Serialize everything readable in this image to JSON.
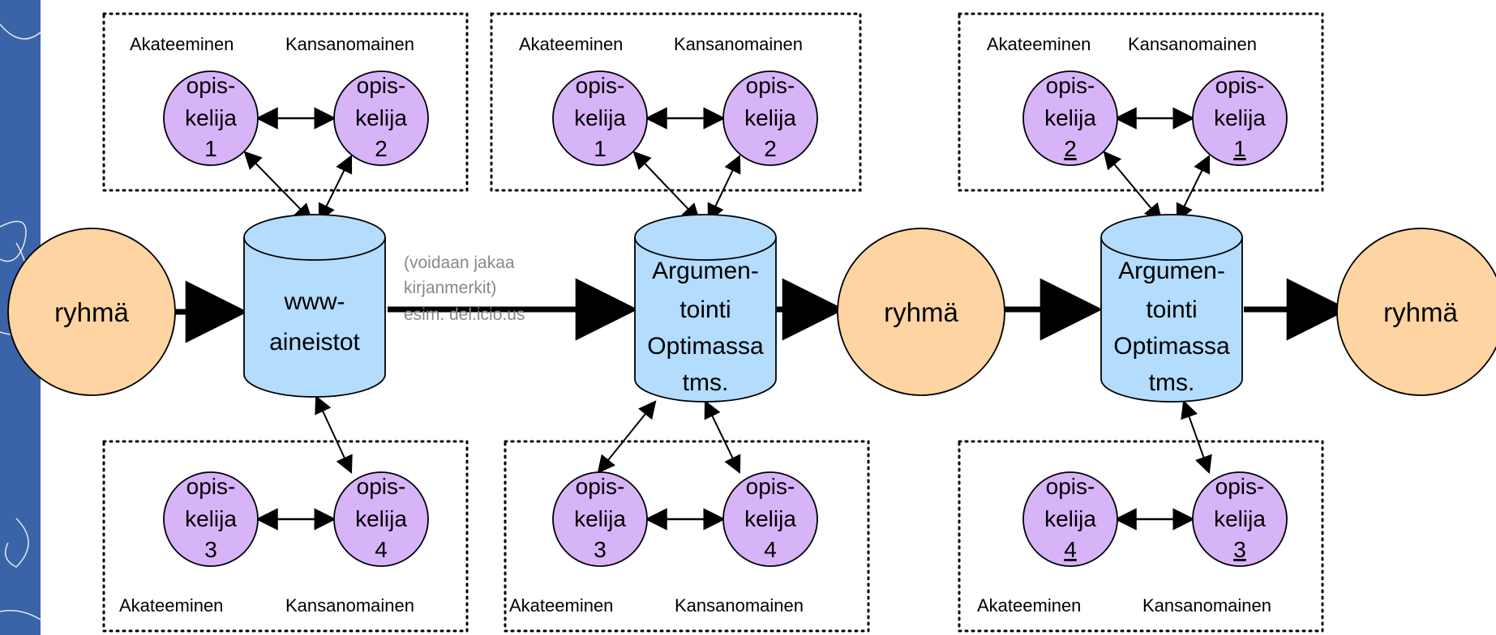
{
  "colors": {
    "sidebar": "#3b63a8",
    "group_fill": "#fed4a2",
    "student_fill": "#d7b3f7",
    "database_fill": "#b3dcfd",
    "note_text": "#888888"
  },
  "groups": [
    {
      "label": "ryhmä"
    },
    {
      "label": "ryhmä"
    },
    {
      "label": "ryhmä"
    }
  ],
  "databases": [
    {
      "lines": [
        "www-",
        "aineistot"
      ]
    },
    {
      "lines": [
        "Argumen-",
        "tointi",
        "Optimassa",
        "tms."
      ]
    },
    {
      "lines": [
        "Argumen-",
        "tointi",
        "Optimassa",
        "tms."
      ]
    }
  ],
  "note": {
    "lines": [
      "(voidaan jakaa",
      "kirjanmerkit)",
      "esim. del.icio.us"
    ]
  },
  "clusters": [
    {
      "top_captions": {
        "left": "Akateeminen",
        "right": "Kansanomainen"
      },
      "top_students": [
        {
          "lines": [
            "opis-",
            "kelija",
            "1"
          ]
        },
        {
          "lines": [
            "opis-",
            "kelija",
            "2"
          ]
        }
      ],
      "bottom_students": [
        {
          "lines": [
            "opis-",
            "kelija",
            "3"
          ]
        },
        {
          "lines": [
            "opis-",
            "kelija",
            "4"
          ]
        }
      ],
      "bottom_captions": {
        "left": "Akateeminen",
        "right": "Kansanomainen"
      }
    },
    {
      "top_captions": {
        "left": "Akateeminen",
        "right": "Kansanomainen"
      },
      "top_students": [
        {
          "lines": [
            "opis-",
            "kelija",
            "1"
          ]
        },
        {
          "lines": [
            "opis-",
            "kelija",
            "2"
          ]
        }
      ],
      "bottom_students": [
        {
          "lines": [
            "opis-",
            "kelija",
            "3"
          ]
        },
        {
          "lines": [
            "opis-",
            "kelija",
            "4"
          ]
        }
      ],
      "bottom_captions": {
        "left": "Akateeminen",
        "right": "Kansanomainen"
      }
    },
    {
      "top_captions": {
        "left": "Akateeminen",
        "right": "Kansanomainen"
      },
      "top_students": [
        {
          "lines": [
            "opis-",
            "kelija",
            "2"
          ],
          "underline_last": true
        },
        {
          "lines": [
            "opis-",
            "kelija",
            "1"
          ],
          "underline_last": true
        }
      ],
      "bottom_students": [
        {
          "lines": [
            "opis-",
            "kelija",
            "4"
          ],
          "underline_last": true
        },
        {
          "lines": [
            "opis-",
            "kelija",
            "3"
          ],
          "underline_last": true
        }
      ],
      "bottom_captions": {
        "left": "Akateeminen",
        "right": "Kansanomainen"
      }
    }
  ]
}
